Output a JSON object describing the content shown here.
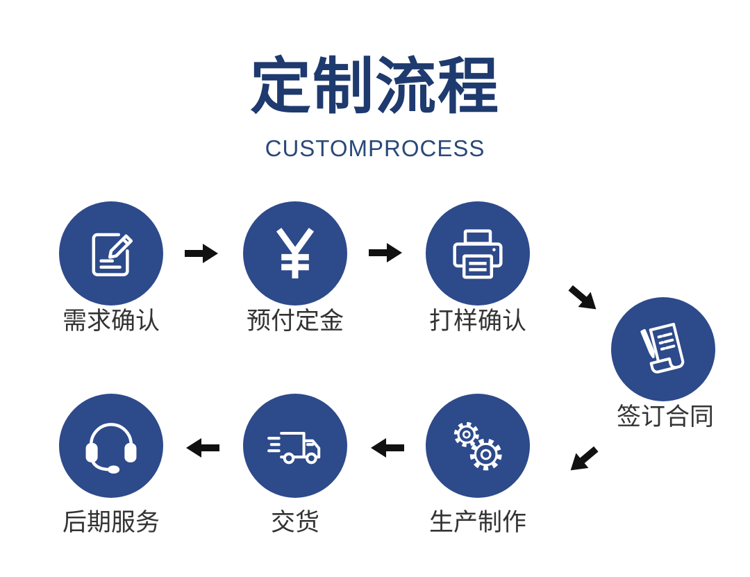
{
  "header": {
    "title": "定制流程",
    "subtitle": "CUSTOMPROCESS"
  },
  "colors": {
    "circle": "#2d4a8a",
    "title": "#1e3a6e",
    "subtitle": "#2a4878",
    "arrow": "#111111",
    "label": "#333333",
    "icon": "#ffffff"
  },
  "steps": [
    {
      "label": "需求确认",
      "icon": "edit-note-icon"
    },
    {
      "label": "预付定金",
      "icon": "yen-icon"
    },
    {
      "label": "打样确认",
      "icon": "printer-icon"
    },
    {
      "label": "签订合同",
      "icon": "contract-icon"
    },
    {
      "label": "生产制作",
      "icon": "gears-icon"
    },
    {
      "label": "交货",
      "icon": "delivery-truck-icon"
    },
    {
      "label": "后期服务",
      "icon": "headset-icon"
    }
  ]
}
